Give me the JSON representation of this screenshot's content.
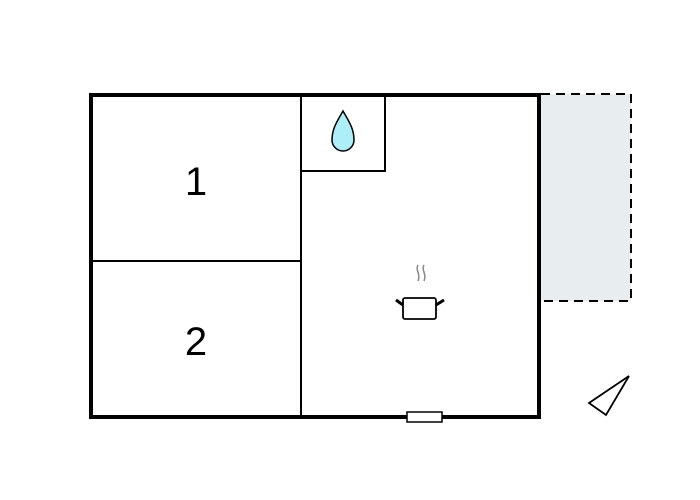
{
  "diagram": {
    "type": "floor-plan",
    "rooms": [
      {
        "id": "bedroom-1",
        "label": "1"
      },
      {
        "id": "bedroom-2",
        "label": "2"
      },
      {
        "id": "bathroom",
        "icon": "water-drop-icon"
      },
      {
        "id": "kitchen-living",
        "icon": "cooking-pot-icon"
      },
      {
        "id": "terrace",
        "style": "dashed-outline"
      }
    ],
    "features": [
      "window",
      "north-arrow"
    ],
    "colors": {
      "wall": "#000000",
      "terrace_fill": "#e8eef0",
      "water_drop": "#aeeef8",
      "steam": "#888888"
    }
  }
}
